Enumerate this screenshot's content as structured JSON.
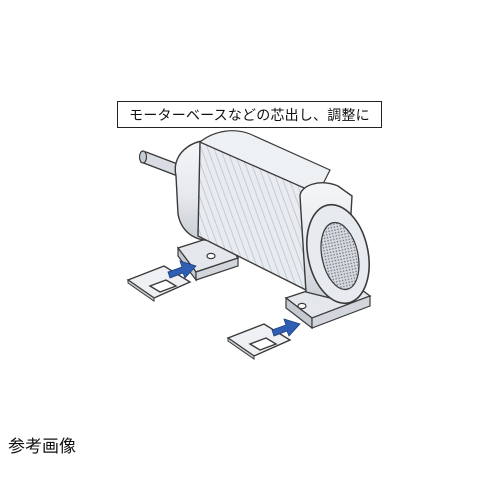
{
  "caption": "モーターベースなどの芯出し、調整に",
  "footer_label": "参考画像",
  "colors": {
    "motor_body": "#e9ecf0",
    "motor_shadow": "#cfd4db",
    "outline": "#3a3a3a",
    "arrow": "#2f5fb3",
    "shim": "#eef0f3"
  },
  "illustration": {
    "subject": "electric-motor-on-feet",
    "shims": 2,
    "arrows": 2
  }
}
